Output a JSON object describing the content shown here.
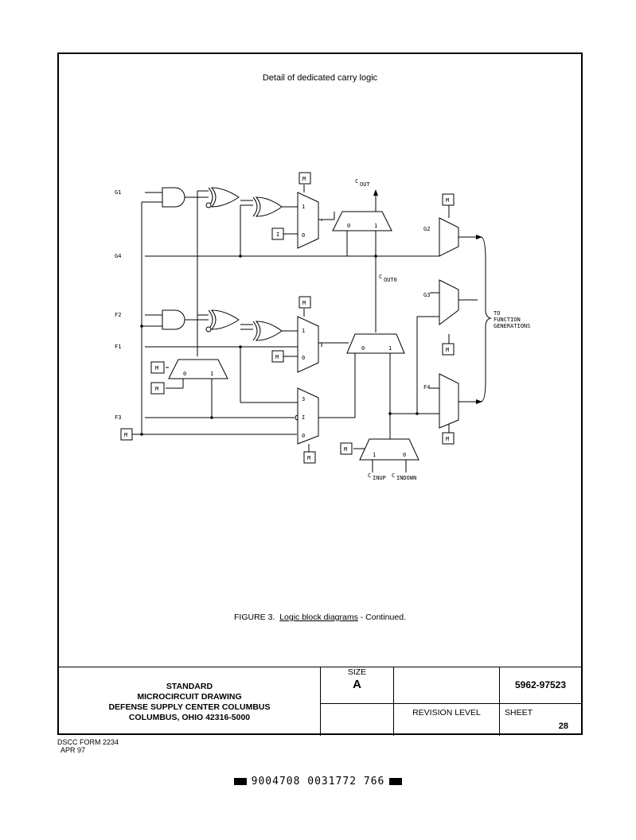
{
  "figure_title": "Detail of dedicated carry logic",
  "caption": {
    "prefix": "FIGURE 3.",
    "link": "Logic block diagrams",
    "suffix": " - Continued."
  },
  "diagram": {
    "inputs": {
      "g1": "G1",
      "g4": "G4",
      "f2": "F2",
      "f1": "F1",
      "f3": "F3"
    },
    "mem": "M",
    "i_box": "I",
    "mux_labels": {
      "one": "1",
      "zero": "0",
      "three": "3",
      "i": "I"
    },
    "cout": "C",
    "cout_sub": "OUT",
    "cout0": "C",
    "cout0_sub": "OUT0",
    "outputs": {
      "g2": "G2",
      "g3": "G3",
      "f4": "F4"
    },
    "to_fg": [
      "TO",
      "FUNCTION",
      "GENERATIONS"
    ],
    "cin_up": "C",
    "cin_up_sub": "INUP",
    "cin_down": "C",
    "cin_down_sub": "INDOWN"
  },
  "title_block": {
    "line1": "STANDARD",
    "line2": "MICROCIRCUIT DRAWING",
    "line3": "DEFENSE SUPPLY CENTER COLUMBUS",
    "line4": "COLUMBUS, OHIO 42316-5000",
    "size_label": "SIZE",
    "size_value": "A",
    "dwg_number": "5962-97523",
    "revision_label": "REVISION LEVEL",
    "sheet_label": "SHEET",
    "sheet_value": "28"
  },
  "form_line1": "DSCC FORM 2234",
  "form_line2": "APR 97",
  "barcode_text": "9004708 0031772 766"
}
